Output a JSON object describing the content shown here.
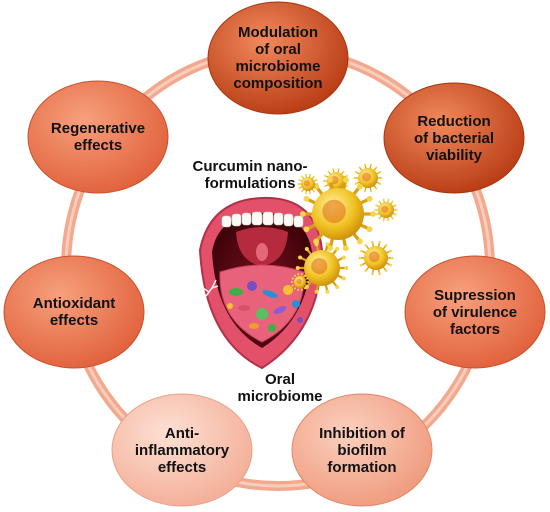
{
  "center": {
    "treatment_label": "Curcumin nano-\nformulations",
    "subject_label": "Oral\nmicrobiome",
    "mouth_icon": "open-mouth-with-microbes-illustration",
    "particle_icon": "curcumin-nanoparticle-virus-shape"
  },
  "effects": [
    {
      "label": "Modulation\nof oral\nmicrobiome\ncomposition"
    },
    {
      "label": "Reduction\nof bacterial\nviability"
    },
    {
      "label": "Supression\nof virulence\nfactors"
    },
    {
      "label": "Inhibition of\nbiofilm\nformation"
    },
    {
      "label": "Anti-\ninflammatory\neffects"
    },
    {
      "label": "Antioxidant\neffects"
    },
    {
      "label": "Regenerative\neffects"
    }
  ],
  "colors": {
    "dark_node": "#c8461c",
    "mid_node": "#e8734e",
    "light_node": "#f3a68b",
    "palest_node": "#f6b9a4",
    "ring": "#f2a98d",
    "particle": "#e7b416"
  }
}
